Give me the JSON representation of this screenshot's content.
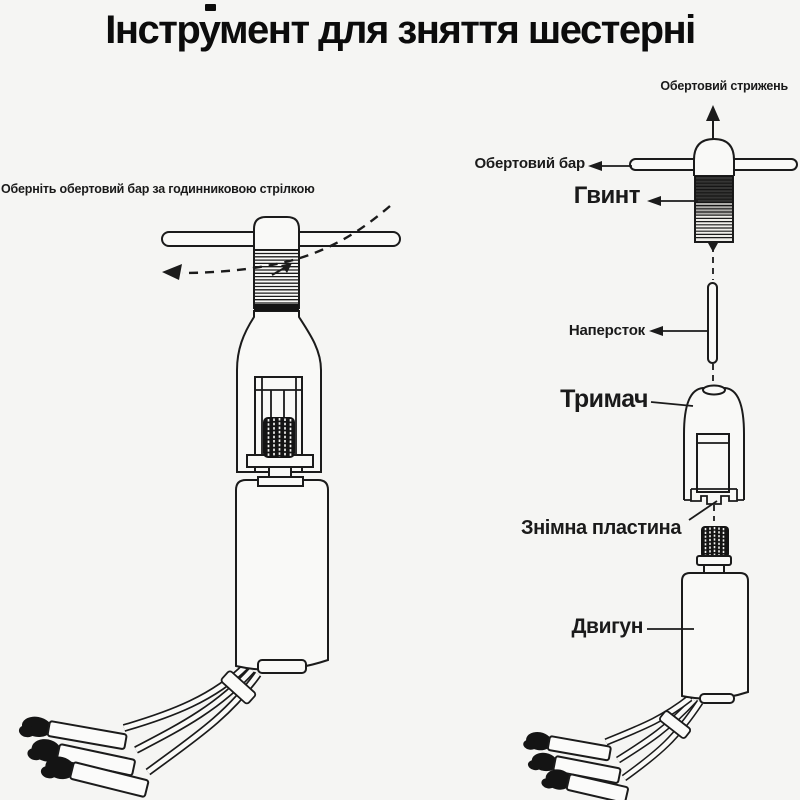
{
  "page": {
    "title": "Інструмент для зняття шестерні"
  },
  "left_view": {
    "instruction": "Оберніть обертовий бар за годинниковою стрілкою"
  },
  "right_view": {
    "labels": {
      "rotary_rod": "Обертовий стрижень",
      "rotary_bar": "Обертовий бар",
      "screw": "Гвинт",
      "thimble": "Наперсток",
      "holder": "Тримач",
      "removable_plate": "Знімна пластина",
      "motor": "Двигун"
    }
  },
  "colors": {
    "background": "#f5f5f3",
    "ink": "#1b1b1b"
  }
}
